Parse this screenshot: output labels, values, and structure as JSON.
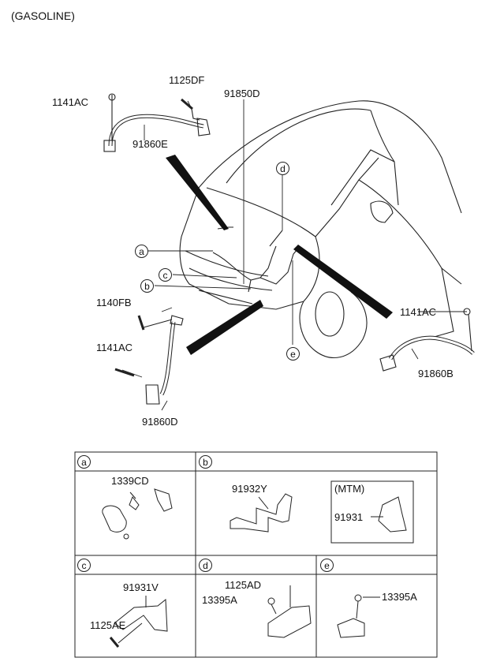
{
  "header": "(GASOLINE)",
  "parts": {
    "p_1125DF": "1125DF",
    "p_1141AC_top": "1141AC",
    "p_91850D": "91850D",
    "p_91860E": "91860E",
    "p_1140FB": "1140FB",
    "p_1141AC_left": "1141AC",
    "p_91860D": "91860D",
    "p_1141AC_right": "1141AC",
    "p_91860B": "91860B"
  },
  "callouts": {
    "a": "a",
    "b": "b",
    "c": "c",
    "d": "d",
    "e": "e"
  },
  "table": {
    "a": {
      "label": "a",
      "parts": [
        "1339CD"
      ]
    },
    "b": {
      "label": "b",
      "parts": [
        "91932Y"
      ],
      "mtm_title": "(MTM)",
      "mtm_part": "91931"
    },
    "c": {
      "label": "c",
      "parts": [
        "91931V",
        "1125AE"
      ]
    },
    "d": {
      "label": "d",
      "parts": [
        "1125AD",
        "13395A"
      ]
    },
    "e": {
      "label": "e",
      "parts": [
        "13395A"
      ]
    }
  }
}
